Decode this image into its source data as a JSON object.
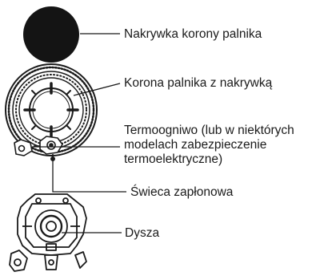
{
  "labels": {
    "cap": "Nakrywka korony palnika",
    "crown": "Korona palnika z nakrywką",
    "thermocouple": [
      "Termoogniwo (lub w niektórych",
      "modelach zabezpieczenie",
      "termoelektryczne)"
    ],
    "spark_plug": "Świeca zapłonowa",
    "nozzle": "Dysza"
  },
  "colors": {
    "ink": "#1a1a1a",
    "background": "#ffffff"
  }
}
